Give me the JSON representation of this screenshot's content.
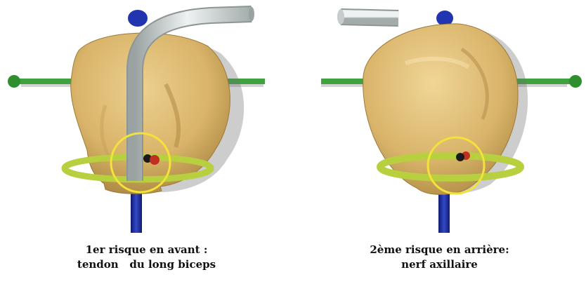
{
  "panels": [
    {
      "caption_line1": "1er risque en avant :",
      "caption_line2": "tendon   du long biceps"
    },
    {
      "caption_line1": "2ème risque en arrière:",
      "caption_line2": "nerf axillaire"
    }
  ],
  "colors": {
    "bone": "#d9b46a",
    "bone_shade": "#a8843f",
    "tube": "#d3d8d8",
    "green_axis": "#3fa23f",
    "blue_axis": "#1f2fa0",
    "ring": "#b8d040",
    "highlight_circle": "#f2e23a",
    "marker_red": "#c0301e",
    "marker_black": "#1a1a1a"
  }
}
